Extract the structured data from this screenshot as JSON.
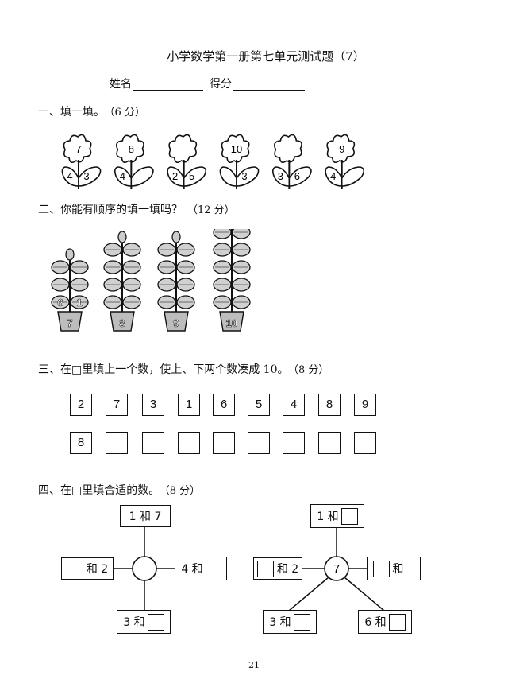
{
  "header": {
    "title": "小学数学第一册第七单元测试题（7）",
    "name_label": "姓名",
    "score_label": "得分"
  },
  "section1": {
    "heading": "一、填一填。",
    "points": "（6 分）",
    "flowers": [
      {
        "top": "7",
        "left": "4",
        "right": "3"
      },
      {
        "top": "8",
        "left": "4",
        "right": ""
      },
      {
        "top": "",
        "left": "2",
        "right": "5"
      },
      {
        "top": "10",
        "left": "",
        "right": "3"
      },
      {
        "top": "",
        "left": "3",
        "right": "6"
      },
      {
        "top": "9",
        "left": "4",
        "right": ""
      }
    ]
  },
  "section2": {
    "heading": "二、你能有顺序的填一填吗？",
    "points": "（12 分）",
    "plants": [
      {
        "pot": "7",
        "left": "6",
        "right": "1"
      },
      {
        "pot": "8",
        "left": "",
        "right": ""
      },
      {
        "pot": "9",
        "left": "",
        "right": ""
      },
      {
        "pot": "10",
        "left": "",
        "right": ""
      }
    ]
  },
  "section3": {
    "heading": "三、在□里填上一个数，使上、下两个数凑成 10。",
    "points": "（8 分）",
    "top_row": [
      "2",
      "7",
      "3",
      "1",
      "6",
      "5",
      "4",
      "8",
      "9"
    ],
    "bottom_row": [
      "8",
      "",
      "",
      "",
      "",
      "",
      "",
      "",
      ""
    ]
  },
  "section4": {
    "heading": "四、在□里填合适的数。",
    "points": "（8 分）",
    "diagram1": {
      "top": "1 和 7",
      "left_suffix": "和 2",
      "right": "4 和",
      "bottom": "3 和",
      "center": ""
    },
    "diagram2": {
      "top": "1 和",
      "left_suffix": "和 2",
      "right_suffix": "和",
      "center": "7",
      "bottom_left": "3 和",
      "bottom_right": "6 和"
    }
  },
  "footer": {
    "page_number": "21"
  }
}
